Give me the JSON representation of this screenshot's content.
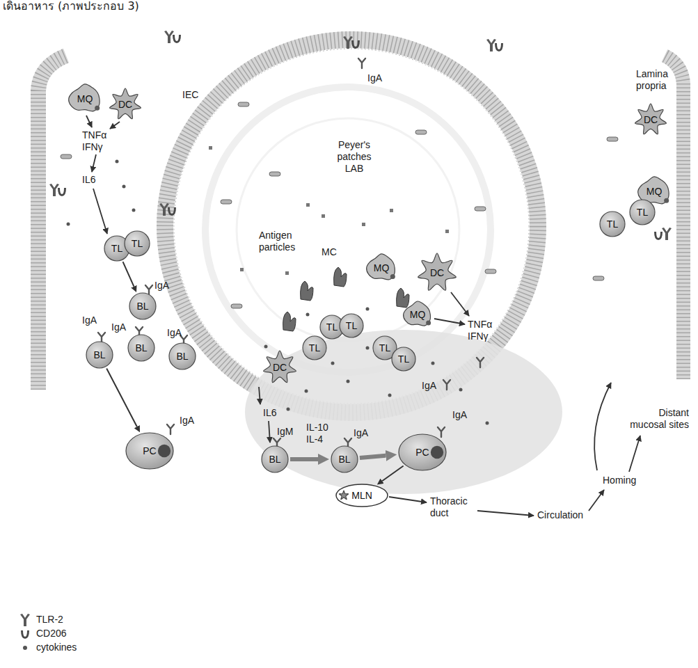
{
  "diagram": {
    "nodes": [
      {
        "text": [
          "MQ"
        ]
      },
      {
        "text": [
          "DC"
        ]
      },
      {
        "text": [
          "DC"
        ]
      },
      {
        "text": [
          "MQ"
        ]
      },
      {
        "text": [
          "TL"
        ]
      },
      {
        "text": [
          "TL"
        ]
      },
      {
        "text": [
          "TL"
        ]
      },
      {
        "text": [
          "TL"
        ]
      },
      {
        "text": [
          "MQ"
        ]
      },
      {
        "text": [
          "DC"
        ]
      },
      {
        "text": [
          "MQ"
        ]
      },
      {
        "text": [
          "TL"
        ]
      },
      {
        "text": [
          "TL"
        ]
      },
      {
        "text": [
          "TL"
        ]
      },
      {
        "text": [
          "TL"
        ]
      },
      {
        "text": [
          "TL"
        ]
      },
      {
        "text": [
          "DC"
        ]
      },
      {
        "text": [
          "BL"
        ]
      },
      {
        "text": [
          "BL"
        ]
      },
      {
        "text": [
          "BL"
        ]
      },
      {
        "text": [
          "BL"
        ]
      },
      {
        "text": [
          "PC"
        ]
      },
      {
        "text": [
          "BL"
        ]
      },
      {
        "text": [
          "BL"
        ]
      },
      {
        "text": [
          "PC"
        ]
      },
      {
        "text": [
          "MLN"
        ]
      }
    ],
    "edges": [
      {
        "from": 4,
        "to": 17,
        "arrow": "to"
      },
      {
        "from": 18,
        "to": 21,
        "arrow": "to"
      },
      {
        "from": 22,
        "to": 23,
        "arrow": "to"
      },
      {
        "from": 23,
        "to": 24,
        "arrow": "to"
      },
      {
        "from": 24,
        "to": 25,
        "arrow": "to"
      }
    ],
    "labels": [
      "เดินอาหาร (ภาพประกอบ 3)",
      "IEC",
      "IgA",
      "Lamina propria",
      "TNFα IFNγ",
      "IL6",
      "Peyer's patches LAB",
      "Antigen particles",
      "MC",
      "IgA",
      "IgA",
      "IgA",
      "IgA",
      "IgA",
      "TNFα IFNγ",
      "IL6",
      "IgM",
      "IL-10 IL-4",
      "IgA",
      "IgA",
      "IgA",
      "Thoracic duct",
      "Circulation",
      "Homing",
      "Distant mucosal sites"
    ],
    "legend": [
      {
        "text": "TLR-2"
      },
      {
        "text": "CD206"
      },
      {
        "text": "cytokines"
      }
    ]
  }
}
